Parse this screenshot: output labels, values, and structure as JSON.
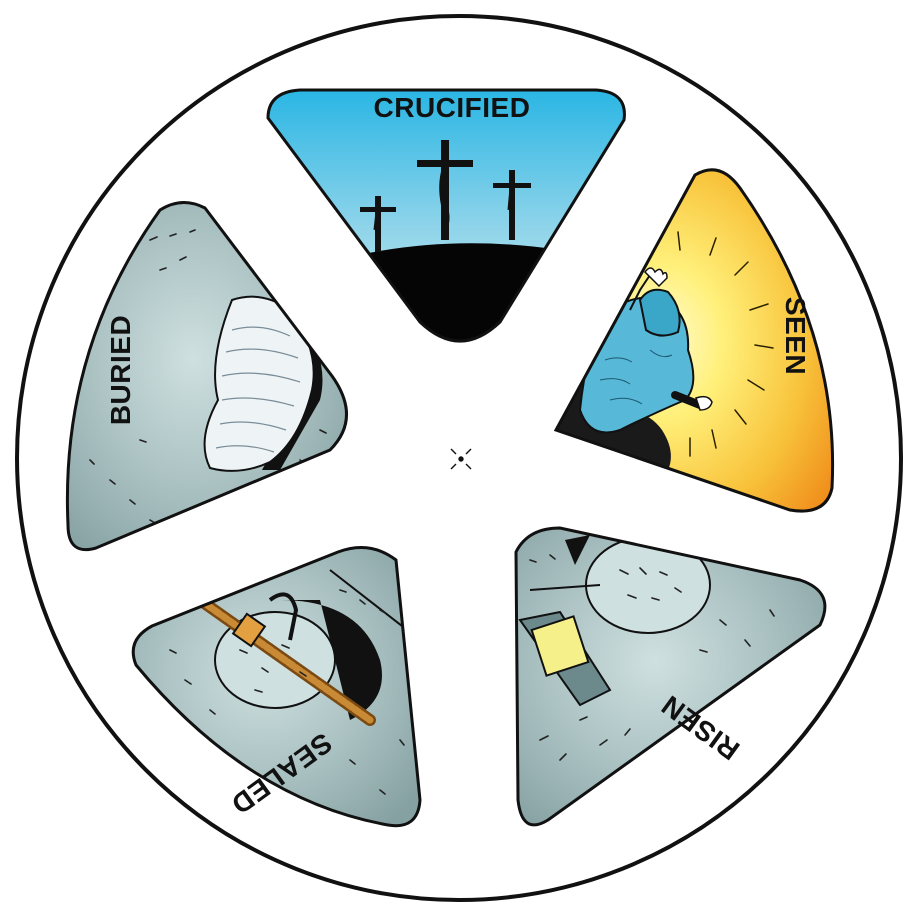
{
  "segments": [
    {
      "id": "crucified",
      "label": "CRUCIFIED",
      "icon": "crosses-on-hill-icon"
    },
    {
      "id": "seen",
      "label": "SEEN",
      "icon": "figure-in-light-icon"
    },
    {
      "id": "risen",
      "label": "RISEN",
      "icon": "open-tomb-icon"
    },
    {
      "id": "sealed",
      "label": "SEALED",
      "icon": "sealed-stone-icon"
    },
    {
      "id": "buried",
      "label": "BURIED",
      "icon": "grave-cloth-icon"
    }
  ],
  "colors": {
    "sky_top": "#2ab6e4",
    "sky_bottom": "#bfe6ef",
    "seen_orange": "#f39a1f",
    "seen_yellow": "#fff07a",
    "stone_dark": "#8fa8a9",
    "stone_light": "#c9dcdc",
    "outline": "#111111"
  }
}
